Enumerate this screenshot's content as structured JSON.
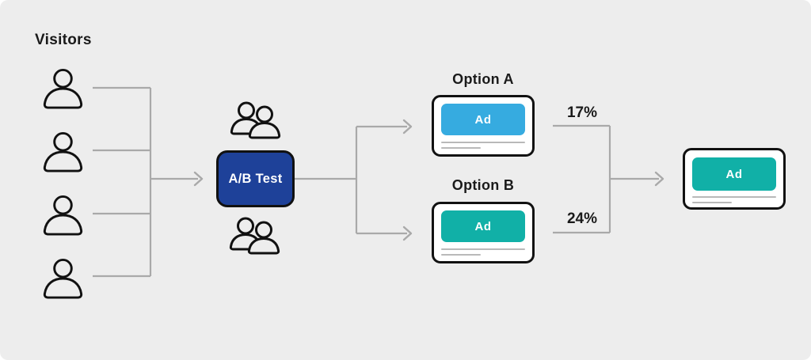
{
  "diagram": {
    "title": "Visitors",
    "ab_test_label": "A/B Test",
    "options": [
      {
        "label": "Option A",
        "ad_label": "Ad",
        "conversion_rate": "17%"
      },
      {
        "label": "Option B",
        "ad_label": "Ad",
        "conversion_rate": "24%"
      }
    ],
    "winner": {
      "ad_label": "Ad"
    }
  },
  "icons": {
    "visitor": "person-outline-icon",
    "audience_group": "people-group-icon"
  },
  "colors": {
    "canvas-bg": "#ededed",
    "ab-test-blue": "#1e4199",
    "option-a-blue": "#36abe0",
    "option-teal": "#11b0a7",
    "connector": "#a9a9a9",
    "outline": "#111111",
    "placeholder-line": "#b9b9b9",
    "text": "#1a1a1a"
  }
}
